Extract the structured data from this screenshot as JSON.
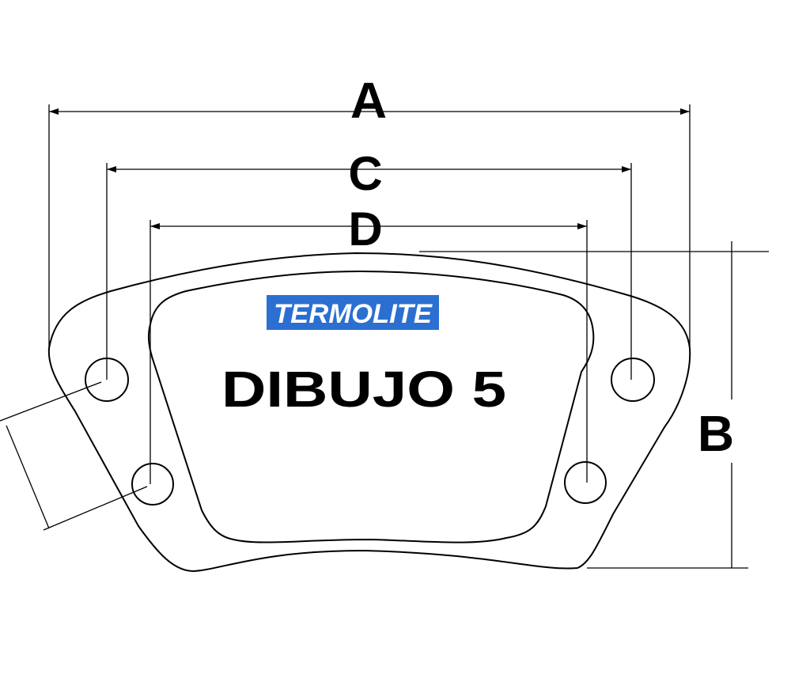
{
  "diagram": {
    "title": "DIBUJO 5",
    "brand": "TERMOLITE",
    "brand_color": "#2b6fd1",
    "dimensions": {
      "a": "A",
      "b": "B",
      "c": "C",
      "d": "D"
    }
  }
}
